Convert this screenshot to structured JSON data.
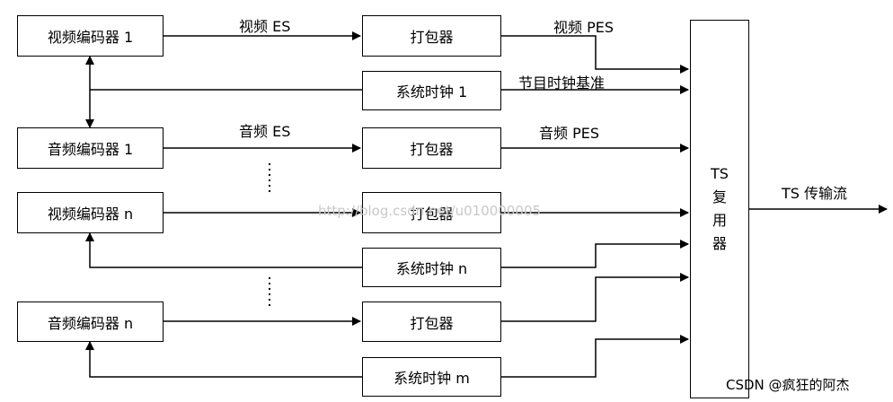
{
  "boxes": {
    "video_enc_1": "视频编码器 1",
    "audio_enc_1": "音频编码器 1",
    "video_enc_n": "视频编码器 n",
    "audio_enc_n": "音频编码器 n",
    "packer_1": "打包器",
    "packer_2": "打包器",
    "packer_3": "打包器",
    "packer_4": "打包器",
    "clock_1": "系统时钟 1",
    "clock_n": "系统时钟 n",
    "clock_m": "系统时钟 m",
    "mux_lines": [
      "TS",
      "复",
      "用",
      "器"
    ]
  },
  "labels": {
    "video_es": "视频 ES",
    "video_pes": "视频 PES",
    "program_clock_ref": "节目时钟基准",
    "audio_es": "音频 ES",
    "audio_pes": "音频 PES",
    "ts_stream": "TS 传输流"
  },
  "watermark": "http://blog.csdn.net/u010000005",
  "credit": "CSDN @疯狂的阿杰"
}
